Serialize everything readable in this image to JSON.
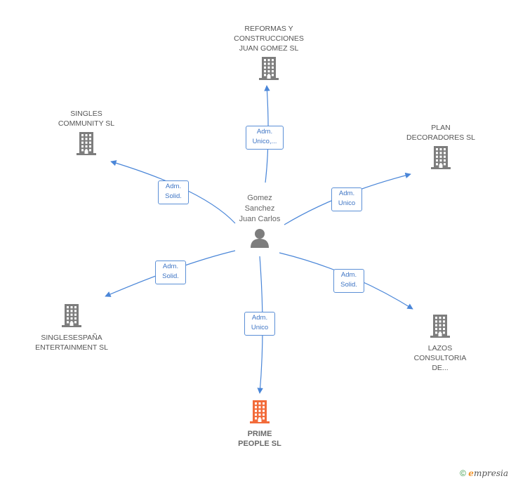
{
  "center": {
    "label": "Gomez\nSanchez\nJuan Carlos"
  },
  "companies": [
    {
      "key": "reformas",
      "label": "REFORMAS Y\nCONSTRUCCIONES\nJUAN GOMEZ SL",
      "role": "Adm.\nUnico,...",
      "highlight": false
    },
    {
      "key": "singles",
      "label": "SINGLES\nCOMMUNITY SL",
      "role": "Adm.\nSolid.",
      "highlight": false
    },
    {
      "key": "plan",
      "label": "PLAN\nDECORADORES SL",
      "role": "Adm.\nUnico",
      "highlight": false
    },
    {
      "key": "singlesespana",
      "label": "SINGLESESPAÑA\nENTERTAINMENT SL",
      "role": "Adm.\nSolid.",
      "highlight": false
    },
    {
      "key": "lazos",
      "label": "LAZOS\nCONSULTORIA\nDE...",
      "role": "Adm.\nSolid.",
      "highlight": false
    },
    {
      "key": "prime",
      "label": "PRIME\nPEOPLE SL",
      "role": "Adm.\nUnico",
      "highlight": true
    }
  ],
  "colors": {
    "edge": "#4a86d8",
    "building": "#7d7d7d",
    "building_highlight": "#f26b3a",
    "person": "#7d7d7d"
  },
  "footer": {
    "copyright": "©",
    "brand_initial": "e",
    "brand_rest": "mpresia"
  }
}
